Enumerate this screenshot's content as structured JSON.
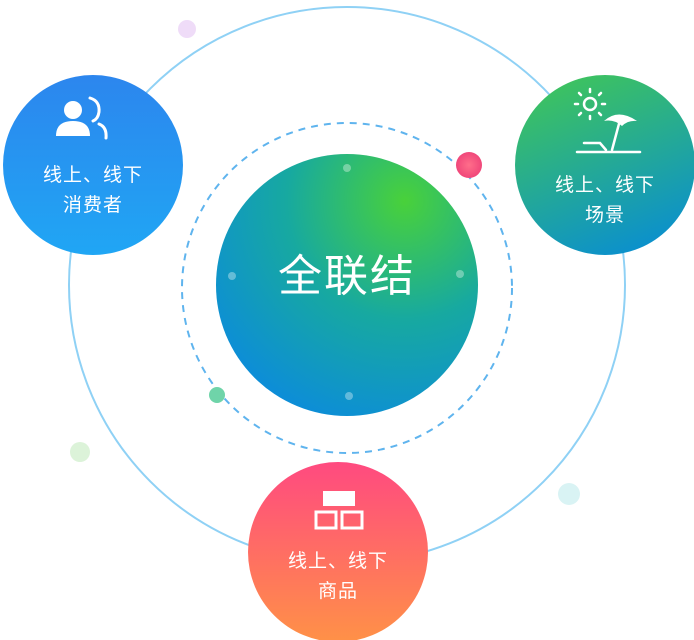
{
  "center": {
    "label": "全联结"
  },
  "nodes": {
    "consumer": {
      "line1": "线上、线下",
      "line2": "消费者",
      "icon": "users-icon"
    },
    "scene": {
      "line1": "线上、线下",
      "line2": "场景",
      "icon": "beach-umbrella-icon"
    },
    "product": {
      "line1": "线上、线下",
      "line2": "商品",
      "icon": "boxes-icon"
    }
  },
  "colors": {
    "consumer": [
      "#2b8cf0",
      "#1ea0f2"
    ],
    "scene": [
      "#37c36a",
      "#0e93c8"
    ],
    "product": [
      "#ff4f7e",
      "#ff8a4a"
    ],
    "center": [
      "#44cf3e",
      "#0c8fe0"
    ],
    "orbit": "#7fcbf4"
  }
}
